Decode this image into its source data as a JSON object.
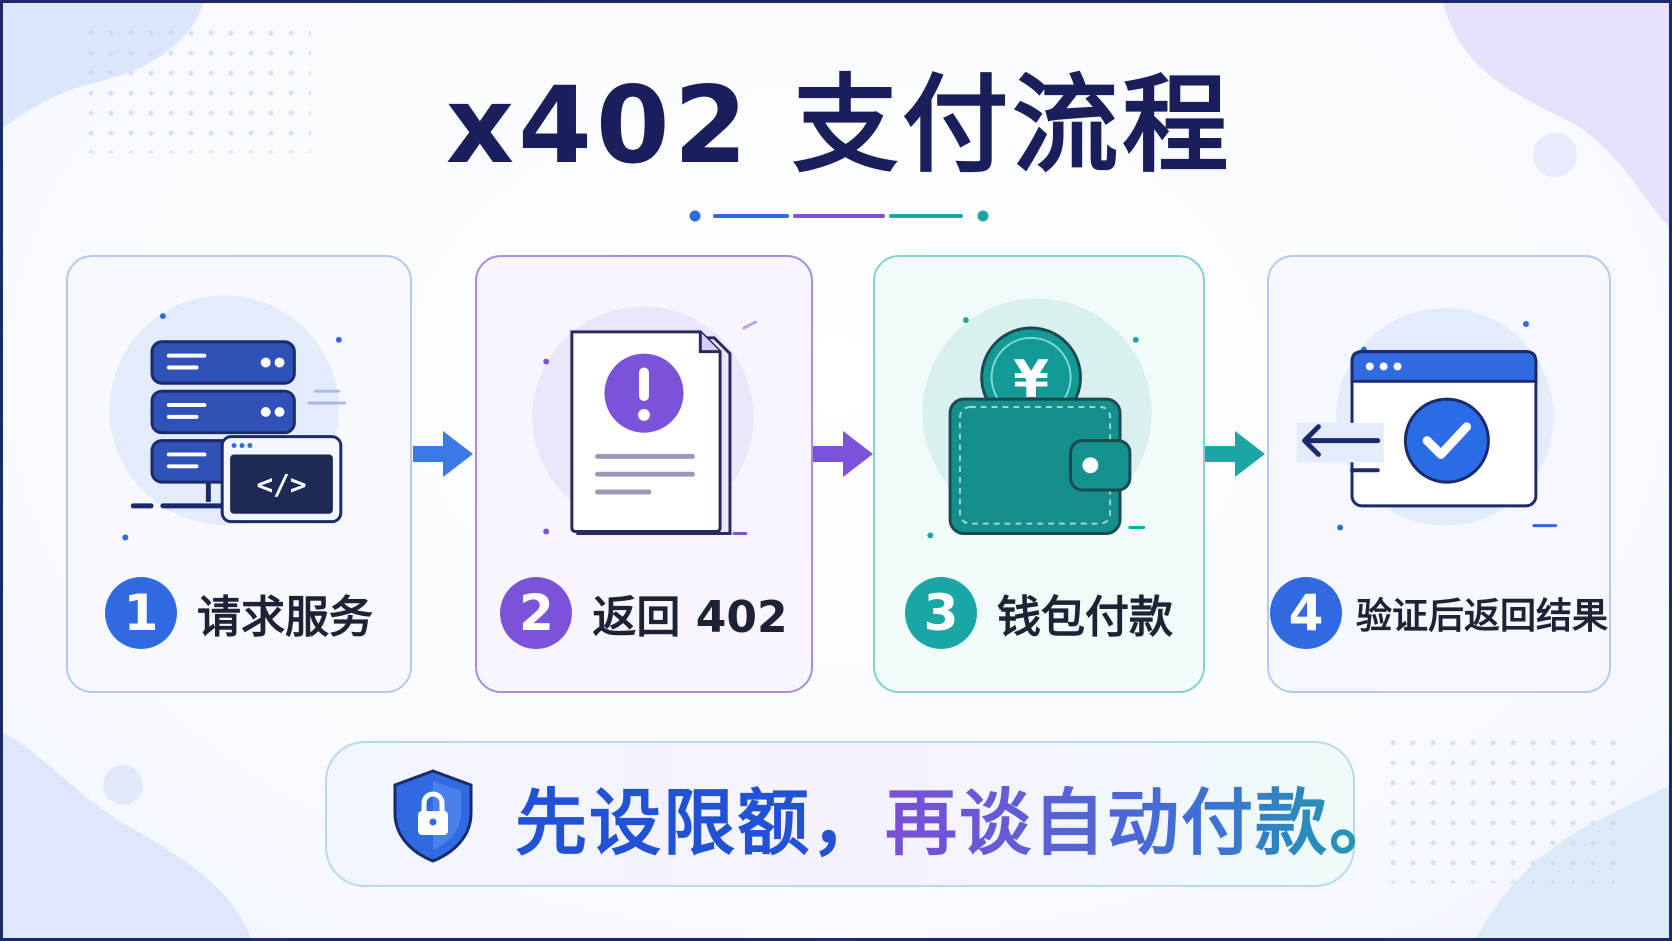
{
  "title": "x402 支付流程",
  "colors": {
    "navy": "#1a1f5c",
    "blue": "#2f6ae0",
    "purple": "#7b53d8",
    "teal": "#1ba6a6",
    "blue_check": "#2b6be6"
  },
  "steps": [
    {
      "number": "1",
      "label": "请求服务",
      "icon": "server-code-icon"
    },
    {
      "number": "2",
      "label": "返回 402",
      "icon": "document-alert-icon"
    },
    {
      "number": "3",
      "label": "钱包付款",
      "icon": "wallet-yuan-icon"
    },
    {
      "number": "4",
      "label": "验证后返回结果",
      "icon": "browser-check-icon"
    }
  ],
  "banner": {
    "icon": "shield-lock-icon",
    "text_part1": "先设限额，",
    "text_part2": "再谈自动付款。"
  }
}
